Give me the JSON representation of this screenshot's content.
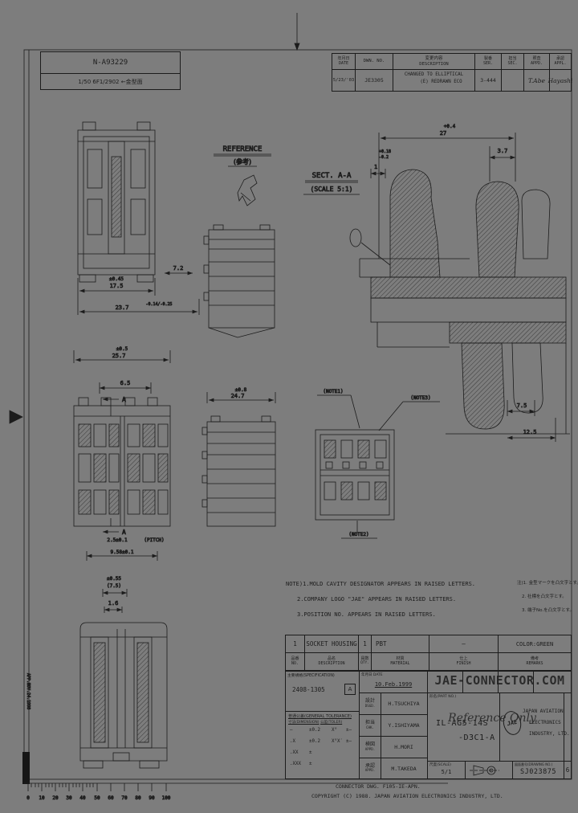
{
  "meta": {
    "bg_color": "#7d7d7d",
    "line_color": "#1c1c1c"
  },
  "stamp": {
    "line1": "N-A93229",
    "line2": "1/50 6F1/2902 ←金型面"
  },
  "rev": {
    "h_date_jp": "年月日",
    "h_date_en": "DATE",
    "h_dwn": "DWN. NO.",
    "h_desc_jp": "変更内容",
    "h_desc_en": "DESCRIPTION",
    "h_ser_jp": "製番",
    "h_ser_en": "SER.",
    "h_sec_jp": "担当",
    "h_sec_en": "SEC.",
    "h_appd_jp": "照査",
    "h_appd_en": "APPD.",
    "h_appl_jp": "承認",
    "h_appl_en": "APPL.",
    "date": "5/23/'03",
    "dwn_no": "JE3305",
    "desc1": "CHANGED TO ELLIPTICAL",
    "desc2": "(E) REDRAWN ECO",
    "ser": "3-444",
    "sig1": "T.Abe",
    "sig2": "Hayashi"
  },
  "labels": {
    "reference": "REFERENCE",
    "reference_jp": "(参考)",
    "sect": "SECT. A-A",
    "sect_scale": "(SCALE 5:1)",
    "note1": "(NOTE1)",
    "note2": "(NOTE2)",
    "note3": "(NOTE3)",
    "datum_a": "A",
    "datum_a2": "A"
  },
  "dims": {
    "d1t": "±0.45",
    "d1": "17.5",
    "d2t": "-0.14/-0.25",
    "d2": "23.7",
    "d3": "7.2",
    "d4t": "+0.4",
    "d4": "27",
    "d5": "3.7",
    "d6a": "+0.18",
    "d6b": "-0.2",
    "d6": "1",
    "d7": "7.5",
    "d8": "12.5",
    "d9t": "±0.5",
    "d9": "25.7",
    "d10": "6.5",
    "d11t": "±0.8",
    "d11": "24.7",
    "d12": "2.5±0.1",
    "d12b": "(PITCH)",
    "d13": "9.58±0.1",
    "d14": "±0.55",
    "d14b": "(7.5)",
    "d15": "1.6"
  },
  "notes": {
    "en1": "NOTE)1.MOLD CAVITY DESIGNATOR APPEARS IN RAISED LETTERS.",
    "en2": "2.COMPANY LOGO \"JAE\" APPEARS IN RAISED LETTERS.",
    "en3": "3.POSITION NO. APPEARS IN RAISED LETTERS.",
    "jp1": "注)1. 金型マークを凸文字とす。",
    "jp2": "2. 社標を凸文字とす。",
    "jp3": "3. 端子No.を凸文字とす。"
  },
  "parts": {
    "h_no_jp": "品番",
    "h_no_en": "NO.",
    "h_desc_jp": "品名",
    "h_desc_en": "DESCRIPTION",
    "h_qty_jp": "員数",
    "h_qty_en": "QTY.",
    "h_mat_jp": "材質",
    "h_mat_en": "MATERIAL",
    "h_fin_jp": "仕上",
    "h_fin_en": "FINISH",
    "h_rem_jp": "備考",
    "h_rem_en": "REMARKS",
    "no": "1",
    "description": "SOCKET HOUSING",
    "qty": "1",
    "material": "PBT",
    "finish": "—",
    "remarks": "COLOR:GREEN"
  },
  "tb": {
    "spec_label": "主要規格(SPECIFICATION)",
    "spec_value": "2408-1305",
    "spec_rev": "A",
    "tol_title": "普通公差(GENERAL TOLERANCE)",
    "tol_h1": "寸法(DIMENSION)",
    "tol_h2": "公差(TOLER)",
    "tol_r1a": "—",
    "tol_r1b": "±0.2",
    "tol_r1c": "X°",
    "tol_r1d": "±—",
    "tol_r2a": ".X",
    "tol_r2b": "±0.2",
    "tol_r2c": "X°X′",
    "tol_r2d": "±—",
    "tol_r3a": ".XX",
    "tol_r3b": "±",
    "tol_r4a": ".XXX",
    "tol_r4b": "±",
    "date_label": "年月日 DATE",
    "date": "10.Feb.1999",
    "s1_jp": "設計",
    "s1_en": "DSGD.",
    "s1": "H.TSUCHIYA",
    "s2_jp": "担当",
    "s2_en": "CHK.",
    "s2": "Y.ISHIYAMA",
    "s3_jp": "検図",
    "s3_en": "APPD.",
    "s3": "H.MORI",
    "s4_jp": "承認",
    "s4_en": "APPD.",
    "s4": "M.TAKEDA",
    "part_label": "形名(PART NO.)",
    "part1": "IL-AG5-14S",
    "part2": "-D3C1-A",
    "co1": "JAPAN AVIATION",
    "co2": "ELECTRONICS",
    "co3": "INDUSTRY, LTD.",
    "logo": "JAE",
    "scale_label": "尺度(SCALE)",
    "scale": "5/1",
    "dwg_label": "図面番号(DRAWING NO.)",
    "dwg_no": "SJ023875",
    "sheet": "6",
    "wm1": "JAE-CONNECTOR.COM",
    "wm2": "Reference Only"
  },
  "footer": {
    "l1": "CONNECTOR DWG. F105-IE-APN.",
    "l2": "COPYRIGHT (C) 1988. JAPAN AVIATION ELECTRONICS INDUSTRY, LTD."
  },
  "margin": {
    "vtext": "APP.NOV.24.1998"
  },
  "ruler": {
    "t": [
      "0",
      "10",
      "20",
      "30",
      "40",
      "50",
      "60",
      "70",
      "80",
      "90",
      "100"
    ]
  }
}
